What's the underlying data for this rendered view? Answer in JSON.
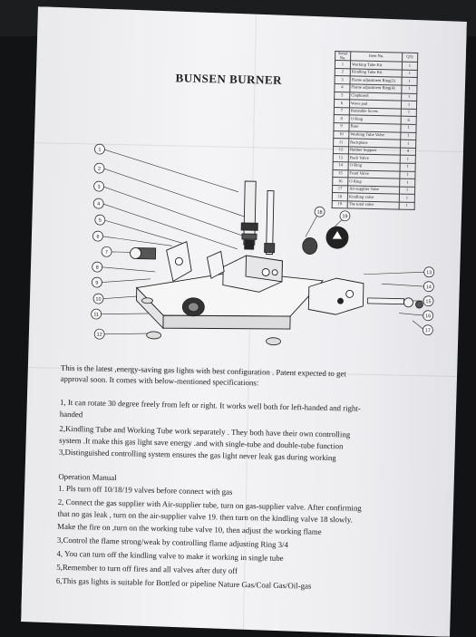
{
  "title": "BUNSEN BURNER",
  "parts_table": {
    "headers": [
      "Serial No.",
      "Item No.",
      "Q'ty"
    ],
    "rows": [
      [
        "1",
        "Working Tube Kit",
        "1"
      ],
      [
        "2",
        "Kindling Tube Kit",
        "1"
      ],
      [
        "3",
        "Flame adjustment Ring(3)",
        "1"
      ],
      [
        "4",
        "Flame adjustment Ring(4)",
        "1"
      ],
      [
        "5",
        "Clapboard",
        "1"
      ],
      [
        "6",
        "Wave pad",
        "1"
      ],
      [
        "7",
        "Rotatable Screw",
        "1"
      ],
      [
        "8",
        "O Ring",
        "6"
      ],
      [
        "9",
        "Base",
        "1"
      ],
      [
        "10",
        "Working Tube Valve",
        "1"
      ],
      [
        "11",
        "Backplane",
        "1"
      ],
      [
        "12",
        "Rubber Support",
        "4"
      ],
      [
        "13",
        "Back Valve",
        "1"
      ],
      [
        "14",
        "O Ring",
        "1"
      ],
      [
        "15",
        "Front Valve",
        "1"
      ],
      [
        "16",
        "O Ring",
        "1"
      ],
      [
        "17",
        "Air-supplier Tube",
        "1"
      ],
      [
        "18",
        "Kindling valve",
        "1"
      ],
      [
        "19",
        "The total valve",
        "1"
      ]
    ]
  },
  "diagram_callouts": [
    "1",
    "2",
    "3",
    "4",
    "5",
    "6",
    "7",
    "8",
    "9",
    "10",
    "11",
    "12",
    "13",
    "14",
    "15",
    "16",
    "17",
    "18",
    "19"
  ],
  "intro": {
    "line1": "This is the latest ,energy-saving gas lights with best configuration . Patent expected to get",
    "line2": "approval soon.  It comes with below-mentioned specifications:"
  },
  "specs": {
    "s1a": "1, It can rotate 30 degree freely from left or right. It works well both for left-handed and right-",
    "s1b": "handed",
    "s2a": "2,Kindling Tube and Working Tube work separately . They both have their own controlling",
    "s2b": "system .It make this gas light save energy .and with single-tube and double-tube function",
    "s3": "3,Distinguished controlling system ensures the gas light never leak gas during working"
  },
  "manual": {
    "heading": "Operation Manual",
    "m1": "1. Pls turn off  10/18/19 valves before connect with gas",
    "m2a": "2,  Connect the gas supplier with Air-supplier tube, turn on gas-supplier valve. After confirming",
    "m2b": "that no gas leak , turn on the air-supplier valve 19. then turn on the kindling valve 18  slowly.",
    "m2c": "Make  the fire on ,turn on the working tube valve 10, then adjust the working flame",
    "m3": "3,Control the flame strong/weak by controlling flame adjusting Ring 3/4",
    "m4": "4,  You can turn off the kindling valve to make it working in single tube",
    "m5": "5,Remember to turn off fires and all valves after duty off",
    "m6": "6,This gas lights is suitable for Bottled or pipeline Nature Gas/Coal Gas/Oil-gas"
  }
}
